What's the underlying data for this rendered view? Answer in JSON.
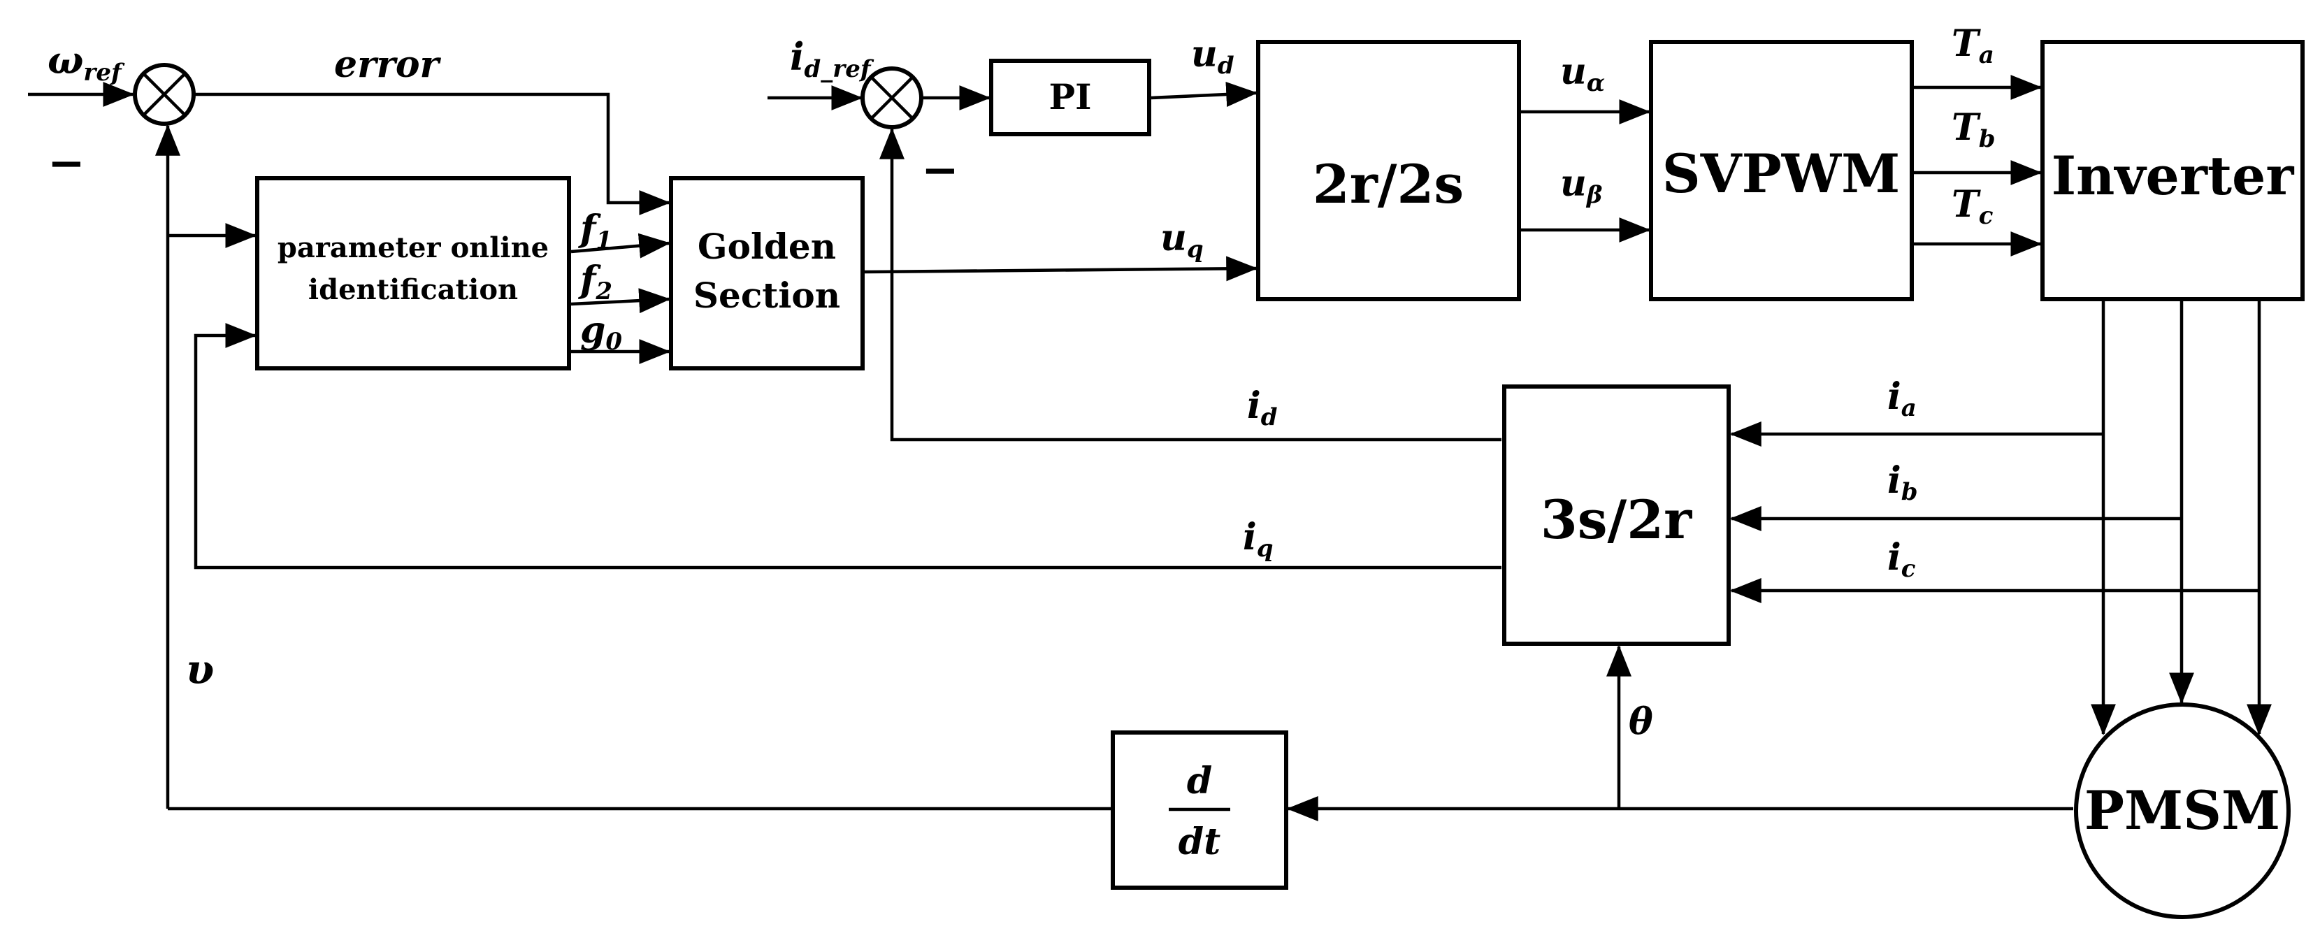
{
  "blocks": {
    "pi": "PI",
    "param_id_line1": "parameter online",
    "param_id_line2": "identification",
    "golden_line1": "Golden",
    "golden_line2": "Section",
    "transform_2r2s": "2r/2s",
    "svpwm": "SVPWM",
    "inverter": "Inverter",
    "transform_3s2r": "3s/2r",
    "deriv_num": "d",
    "deriv_den": "dt",
    "motor": "PMSM"
  },
  "signals": {
    "omega": {
      "base": "ω",
      "sub": "ref"
    },
    "error": "error",
    "id_ref": {
      "base": "i",
      "sub": "d_ref"
    },
    "ud": {
      "base": "u",
      "sub": "d"
    },
    "uq": {
      "base": "u",
      "sub": "q"
    },
    "ualpha": {
      "base": "u",
      "sub": "α"
    },
    "ubeta": {
      "base": "u",
      "sub": "β"
    },
    "ta": {
      "base": "T",
      "sub": "a"
    },
    "tb": {
      "base": "T",
      "sub": "b"
    },
    "tc": {
      "base": "T",
      "sub": "c"
    },
    "f1": {
      "base": "f",
      "sub": "1"
    },
    "f2": {
      "base": "f",
      "sub": "2"
    },
    "g0": {
      "base": "g",
      "sub": "0"
    },
    "id": {
      "base": "i",
      "sub": "d"
    },
    "iq": {
      "base": "i",
      "sub": "q"
    },
    "ia": {
      "base": "i",
      "sub": "a"
    },
    "ib": {
      "base": "i",
      "sub": "b"
    },
    "ic": {
      "base": "i",
      "sub": "c"
    },
    "theta": "θ",
    "v": "υ",
    "minus1": "−",
    "minus2": "−"
  }
}
